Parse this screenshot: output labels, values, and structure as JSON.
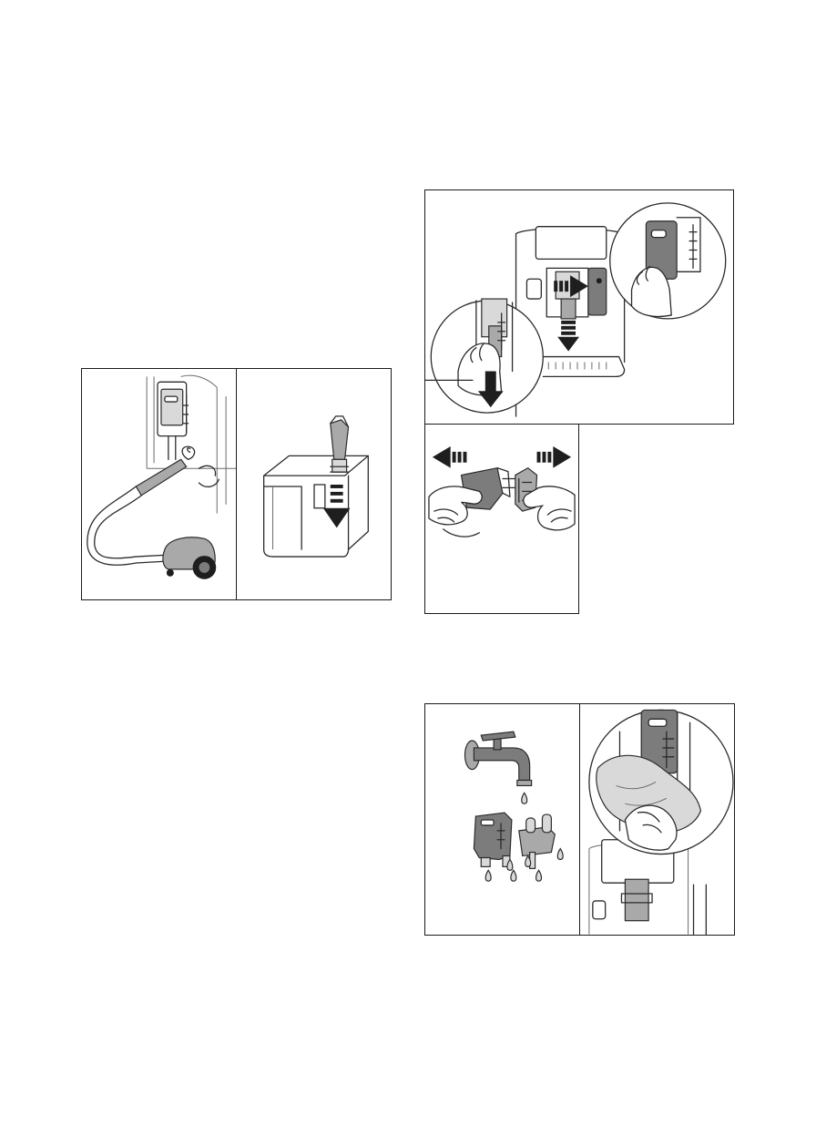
{
  "page": {
    "figures": [
      {
        "id": "vacuum-compartment",
        "icon": "vacuum-cleaner-icon"
      },
      {
        "id": "water-tank-filter",
        "icon": "water-tank-icon"
      },
      {
        "id": "remove-brew-unit",
        "icon": "brew-unit-icon"
      },
      {
        "id": "separate-parts",
        "icon": "hands-pull-apart-icon"
      },
      {
        "id": "rinse-parts",
        "icon": "tap-water-icon"
      },
      {
        "id": "wipe-compartment",
        "icon": "cloth-wipe-icon"
      }
    ],
    "colors": {
      "line": "#1a1a1a",
      "gray_dark": "#7c7c7c",
      "gray_mid": "#a9a9a9",
      "gray_light": "#d9d9d9",
      "arrow": "#1e1e1e"
    }
  }
}
